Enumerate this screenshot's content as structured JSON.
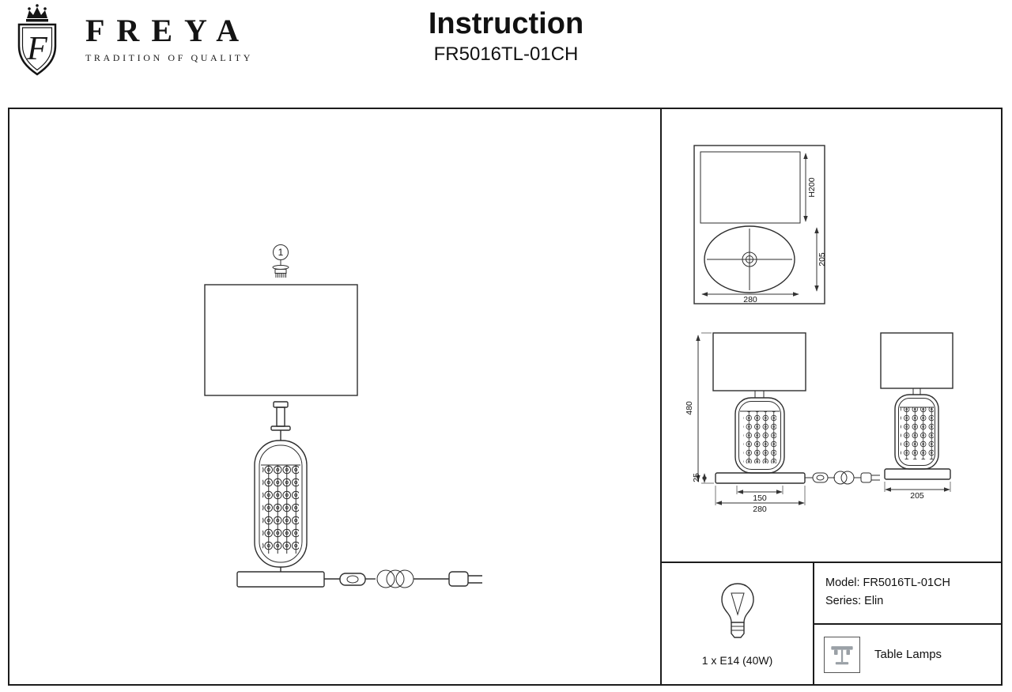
{
  "header": {
    "brand": "FREYA",
    "tagline": "TRADITION OF QUALITY",
    "title": "Instruction",
    "model_code": "FR5016TL-01CH"
  },
  "diagram": {
    "part_callout": "1",
    "dims": {
      "shade_height": "H200",
      "shade_depth": "205",
      "shade_width": "280",
      "total_height": "480",
      "base_height": "25",
      "base_inner_width": "150",
      "base_width": "280",
      "side_width": "205"
    }
  },
  "spec": {
    "bulb": "1 x E14 (40W)",
    "model": "Model: FR5016TL-01CH",
    "series": "Series: Elin",
    "category": "Table Lamps"
  },
  "colors": {
    "line": "#2e2e2e",
    "border": "#1c1c1c",
    "icon_gray": "#9aa0a6"
  }
}
